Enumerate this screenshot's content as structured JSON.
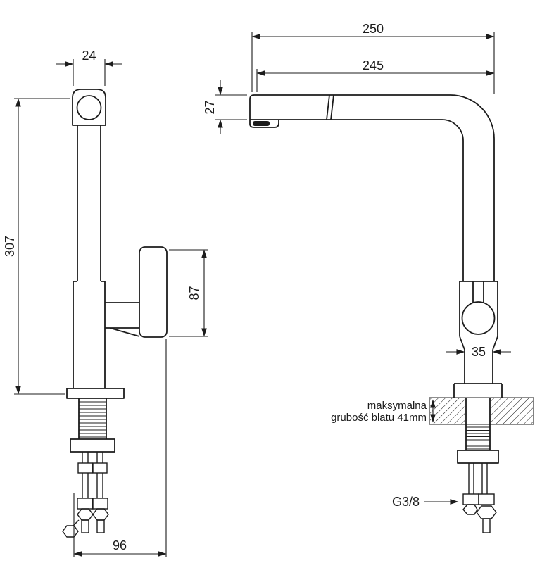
{
  "colors": {
    "line": "#1c1c1c",
    "bg": "#ffffff"
  },
  "drawing": {
    "side_view": {
      "dims": {
        "head_width": "24",
        "total_height": "307",
        "handle_height": "87",
        "base_depth": "96"
      }
    },
    "front_view": {
      "dims": {
        "overall_reach": "250",
        "spout_reach": "245",
        "spout_height": "27",
        "body_width": "35"
      },
      "countertop_note": {
        "line1": "maksymalna",
        "line2": "grubość blatu 41mm"
      },
      "thread_label": "G3/8"
    }
  }
}
